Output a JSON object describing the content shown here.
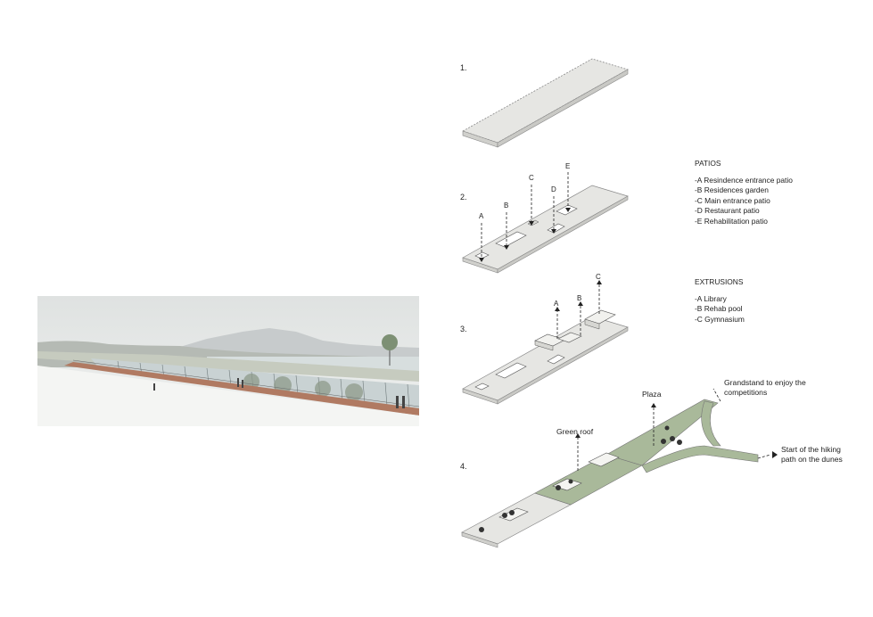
{
  "steps": [
    {
      "number": "1."
    },
    {
      "number": "2."
    },
    {
      "number": "3."
    },
    {
      "number": "4."
    }
  ],
  "patios": {
    "title": "PATIOS",
    "items": [
      "-A Resindence entrance patio",
      "-B Residences garden",
      "-C Main entrance patio",
      "-D Restaurant patio",
      "-E Rehabilitation patio"
    ],
    "markers": [
      "A",
      "B",
      "C",
      "D",
      "E"
    ]
  },
  "extrusions": {
    "title": "EXTRUSIONS",
    "items": [
      "-A Library",
      "-B Rehab pool",
      "-C Gymnasium"
    ],
    "markers": [
      "A",
      "B",
      "C"
    ]
  },
  "annotations": {
    "green_roof": "Green roof",
    "plaza": "Plaza",
    "grandstand_line1": "Grandstand to enjoy the",
    "grandstand_line2": "competitions",
    "hiking_line1": "Start of the hiking",
    "hiking_line2": "path on the dunes"
  },
  "colors": {
    "slab": "#e6e6e3",
    "slab_edge": "#9a9a96",
    "green": "#a9b99a",
    "sky": "#e4e7e6",
    "boardwalk": "#b07a62"
  }
}
